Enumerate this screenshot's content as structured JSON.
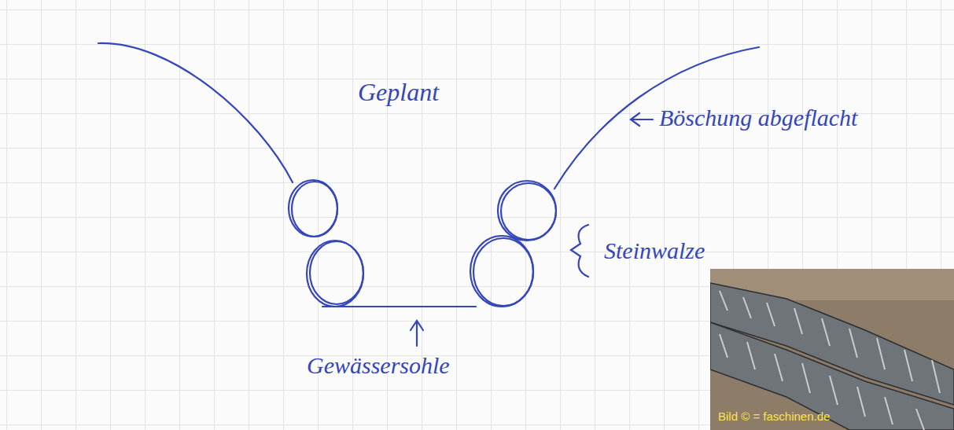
{
  "diagram": {
    "labels": [
      "Geplant",
      "Böschung abgeflacht",
      "Steinwalze",
      "Gewässersohle",
      "Bild © = faschinen.de"
    ]
  }
}
